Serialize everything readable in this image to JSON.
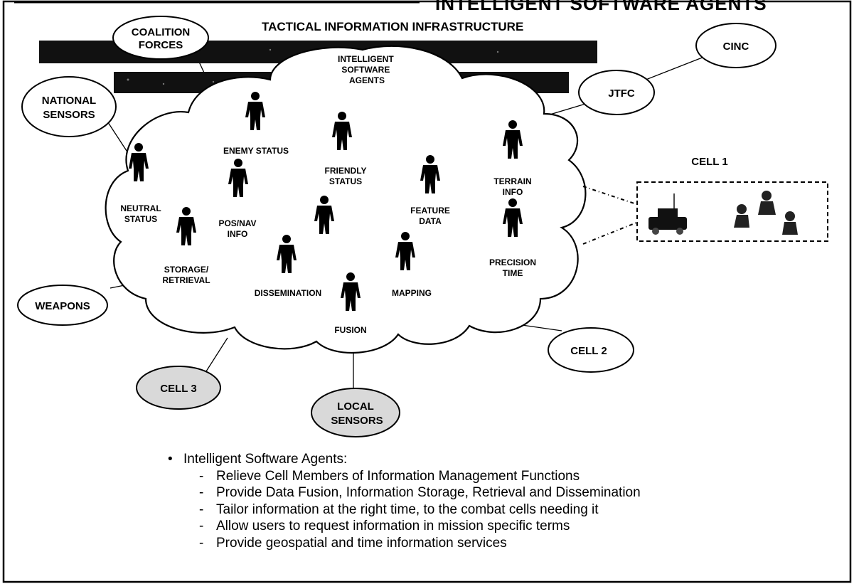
{
  "header": {
    "banner": "INTELLIGENT SOFTWARE AGENTS",
    "title": "TACTICAL INFORMATION INFRASTRUCTURE"
  },
  "cloud": {
    "label": "INTELLIGENT SOFTWARE AGENTS",
    "label_lines": [
      "INTELLIGENT",
      "SOFTWARE",
      "AGENTS"
    ]
  },
  "agents": [
    {
      "label": "ENEMY STATUS",
      "lines": [
        "ENEMY STATUS"
      ]
    },
    {
      "label": "FRIENDLY STATUS",
      "lines": [
        "FRIENDLY",
        "STATUS"
      ]
    },
    {
      "label": "NEUTRAL STATUS",
      "lines": [
        "NEUTRAL",
        "STATUS"
      ]
    },
    {
      "label": "POS/NAV INFO",
      "lines": [
        "POS/NAV",
        "INFO"
      ]
    },
    {
      "label": "FEATURE DATA",
      "lines": [
        "FEATURE",
        "DATA"
      ]
    },
    {
      "label": "TERRAIN INFO",
      "lines": [
        "TERRAIN",
        "INFO"
      ]
    },
    {
      "label": "STORAGE/ RETRIEVAL",
      "lines": [
        "STORAGE/",
        "RETRIEVAL"
      ]
    },
    {
      "label": "DISSEMINATION",
      "lines": [
        "DISSEMINATION"
      ]
    },
    {
      "label": "FUSION",
      "lines": [
        "FUSION"
      ]
    },
    {
      "label": "MAPPING",
      "lines": [
        "MAPPING"
      ]
    },
    {
      "label": "PRECISION TIME",
      "lines": [
        "PRECISION",
        "TIME"
      ]
    },
    {
      "label": "",
      "lines": []
    }
  ],
  "nodes": [
    {
      "label": "COALITION FORCES",
      "lines": [
        "COALITION",
        "FORCES"
      ]
    },
    {
      "label": "NATIONAL SENSORS",
      "lines": [
        "NATIONAL",
        "SENSORS"
      ]
    },
    {
      "label": "CINC",
      "lines": [
        "CINC"
      ]
    },
    {
      "label": "JTFC",
      "lines": [
        "JTFC"
      ]
    },
    {
      "label": "WEAPONS",
      "lines": [
        "WEAPONS"
      ]
    },
    {
      "label": "CELL 2",
      "lines": [
        "CELL 2"
      ]
    },
    {
      "label": "CELL 3",
      "lines": [
        "CELL 3"
      ]
    },
    {
      "label": "LOCAL SENSORS",
      "lines": [
        "LOCAL",
        "SENSORS"
      ]
    }
  ],
  "cell1": {
    "label": "CELL 1"
  },
  "notes": {
    "heading": "Intelligent Software Agents:",
    "items": [
      "Relieve Cell Members of Information Management Functions",
      "Provide Data Fusion, Information Storage, Retrieval and Dissemination",
      "Tailor information at the right time, to the combat cells needing it",
      "Allow users to request information in mission specific terms",
      "Provide geospatial and time information services"
    ]
  },
  "colors": {
    "ink": "#000000",
    "paper": "#ffffff",
    "shaded_node": "#d9d9d9",
    "bar": "#111111"
  }
}
